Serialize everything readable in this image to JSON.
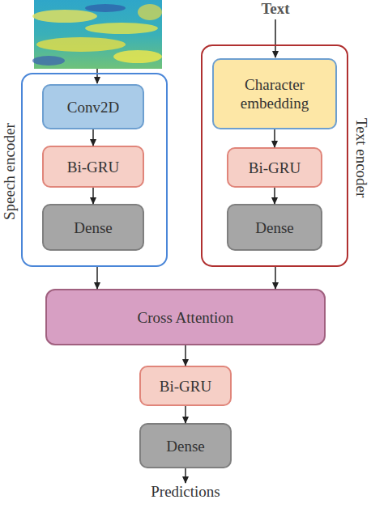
{
  "diagram": {
    "nodes": [
      {
        "text": [
          "Speech encoder"
        ]
      },
      {
        "text": [
          "Conv2D"
        ],
        "in": 0
      },
      {
        "text": [
          "Bi-GRU"
        ],
        "in": 0
      },
      {
        "text": [
          "Dense"
        ],
        "in": 0
      },
      {
        "text": [
          "Text encoder"
        ]
      },
      {
        "text": [
          "Character embedding"
        ],
        "in": 4
      },
      {
        "text": [
          "Bi-GRU"
        ],
        "in": 4
      },
      {
        "text": [
          "Dense"
        ],
        "in": 4
      },
      {
        "text": [
          "Cross Attention"
        ]
      },
      {
        "text": [
          "Bi-GRU"
        ]
      },
      {
        "text": [
          "Dense"
        ]
      }
    ],
    "edges": [
      {
        "from": 1,
        "to": 2,
        "arrow": "to"
      },
      {
        "from": 2,
        "to": 3,
        "arrow": "to"
      },
      {
        "from": 5,
        "to": 6,
        "arrow": "to"
      },
      {
        "from": 6,
        "to": 7,
        "arrow": "to"
      },
      {
        "from": 0,
        "to": 8,
        "arrow": "to"
      },
      {
        "from": 4,
        "to": 8,
        "arrow": "to"
      },
      {
        "from": 8,
        "to": 9,
        "arrow": "to"
      },
      {
        "from": 9,
        "to": 10,
        "arrow": "to"
      }
    ],
    "labels": [
      "Text",
      "Predictions"
    ]
  }
}
